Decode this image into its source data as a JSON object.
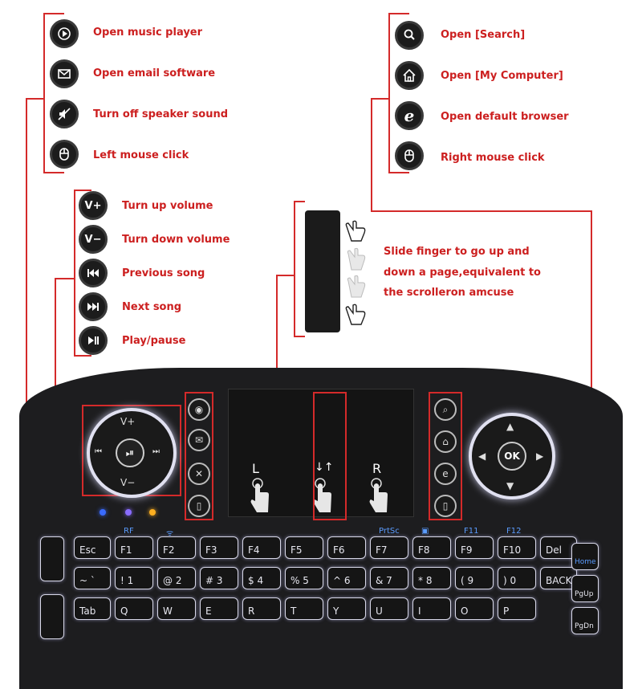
{
  "left_group_top": {
    "items": [
      {
        "icon": "music-player-icon",
        "label": "Open music player"
      },
      {
        "icon": "email-icon",
        "label": "Open email software"
      },
      {
        "icon": "speaker-mute-icon",
        "label": "Turn off speaker sound"
      },
      {
        "icon": "mouse-left-icon",
        "label": "Left mouse click"
      }
    ]
  },
  "right_group_top": {
    "items": [
      {
        "icon": "search-icon",
        "label": "Open [Search]"
      },
      {
        "icon": "home-icon",
        "label": "Open [My Computer]"
      },
      {
        "icon": "browser-icon",
        "label": "Open default browser"
      },
      {
        "icon": "mouse-right-icon",
        "label": "Right mouse click"
      }
    ]
  },
  "media_group": {
    "items": [
      {
        "icon_text": "V+",
        "label": "Turn up volume"
      },
      {
        "icon_text": "V−",
        "label": "Turn down volume"
      },
      {
        "icon": "previous-icon",
        "label": "Previous song"
      },
      {
        "icon": "next-icon",
        "label": "Next song"
      },
      {
        "icon": "play-pause-icon",
        "label": "Play/pause"
      }
    ]
  },
  "scroll_note": {
    "lines": [
      "Slide finger to go up and",
      "down a page,equivalent to",
      "the scrolleron amcuse"
    ]
  },
  "touchpad": {
    "left_label": "L",
    "right_label": "R",
    "scroll_label": "↓↑"
  },
  "dpad_left": {
    "up": "V+",
    "down": "V−",
    "prev": "⏮",
    "next": "⏭",
    "center": "⏯"
  },
  "dpad_right": {
    "center": "OK"
  },
  "keys": {
    "row1": [
      {
        "label": "Esc",
        "top": ""
      },
      {
        "label": "F1",
        "top": "RF"
      },
      {
        "label": "F2",
        "top": "ᯤ"
      },
      {
        "label": "F3",
        "top": ""
      },
      {
        "label": "F4",
        "top": ""
      },
      {
        "label": "F5",
        "top": ""
      },
      {
        "label": "F6",
        "top": ""
      },
      {
        "label": "F7",
        "top": "PrtSc"
      },
      {
        "label": "F8",
        "top": "▣"
      },
      {
        "label": "F9",
        "top": "F11"
      },
      {
        "label": "F10",
        "top": "F12"
      },
      {
        "label": "Del",
        "top": ""
      }
    ],
    "row2": [
      {
        "label": "~ `"
      },
      {
        "label": "! 1"
      },
      {
        "label": "@ 2"
      },
      {
        "label": "# 3"
      },
      {
        "label": "$ 4"
      },
      {
        "label": "% 5"
      },
      {
        "label": "^ 6"
      },
      {
        "label": "& 7"
      },
      {
        "label": "* 8"
      },
      {
        "label": "( 9"
      },
      {
        "label": ") 0"
      },
      {
        "label": "BACK"
      }
    ],
    "row3": [
      {
        "label": "Tab"
      },
      {
        "label": "Q"
      },
      {
        "label": "W"
      },
      {
        "label": "E"
      },
      {
        "label": "R"
      },
      {
        "label": "T"
      },
      {
        "label": "Y"
      },
      {
        "label": "U"
      },
      {
        "label": "I"
      },
      {
        "label": "O"
      },
      {
        "label": "P"
      }
    ],
    "side_right": [
      "Home",
      "PgUp",
      "PgDn"
    ]
  },
  "colors": {
    "accent": "#d42a2a",
    "label_text": "#cc1f1f",
    "keyboard_body": "#1d1d1f",
    "led_blue": "#3a6bff",
    "led_purple": "#8a6cff",
    "led_yellow": "#ffb020"
  }
}
